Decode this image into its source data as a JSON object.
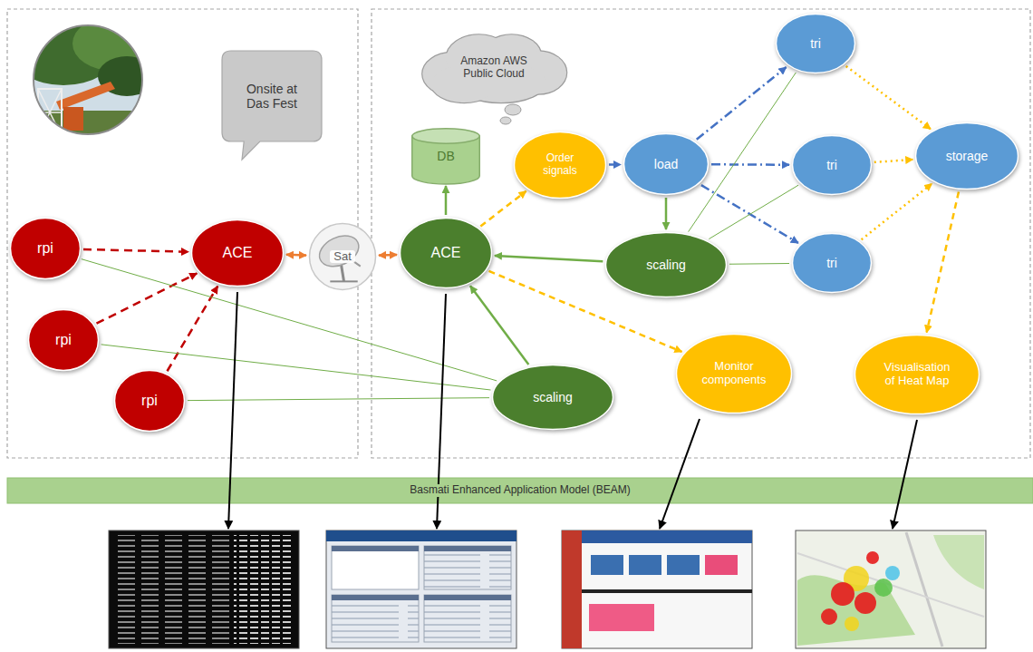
{
  "diagram": {
    "nodes": [
      {
        "text": [
          "Onsite at Das Fest"
        ]
      },
      {
        "text": [
          "Amazon AWS Public Cloud"
        ]
      },
      {
        "text": [
          "tri"
        ]
      },
      {
        "text": [
          "DB"
        ]
      },
      {
        "text": [
          "storage"
        ]
      },
      {
        "text": [
          "Order signals"
        ]
      },
      {
        "text": [
          "load"
        ]
      },
      {
        "text": [
          "tri"
        ]
      },
      {
        "text": [
          "rpi"
        ]
      },
      {
        "text": [
          "ACE"
        ]
      },
      {
        "text": [
          "Sat"
        ]
      },
      {
        "text": [
          "ACE"
        ]
      },
      {
        "text": [
          "scaling"
        ]
      },
      {
        "text": [
          "tri"
        ]
      },
      {
        "text": [
          "rpi"
        ]
      },
      {
        "text": [
          "Monitor components"
        ]
      },
      {
        "text": [
          "Visualisation of Heat Map"
        ]
      },
      {
        "text": [
          "scaling"
        ]
      },
      {
        "text": [
          "rpi"
        ]
      },
      {
        "text": [
          "Basmati Enhanced Application Model (BEAM)"
        ]
      }
    ],
    "edges": [
      {
        "from": 8,
        "to": 9,
        "arrow": "to"
      },
      {
        "from": 14,
        "to": 9,
        "arrow": "to"
      },
      {
        "from": 18,
        "to": 9,
        "arrow": "to"
      },
      {
        "from": 9,
        "to": 10,
        "arrow": "both"
      },
      {
        "from": 10,
        "to": 11,
        "arrow": "both"
      },
      {
        "from": 11,
        "to": 3,
        "arrow": "to"
      },
      {
        "from": 11,
        "to": 5,
        "arrow": "to"
      },
      {
        "from": 5,
        "to": 6,
        "arrow": "to"
      },
      {
        "from": 6,
        "to": 2,
        "arrow": "to"
      },
      {
        "from": 6,
        "to": 7,
        "arrow": "to"
      },
      {
        "from": 6,
        "to": 13,
        "arrow": "to"
      },
      {
        "from": 2,
        "to": 4,
        "arrow": "to"
      },
      {
        "from": 7,
        "to": 4,
        "arrow": "to"
      },
      {
        "from": 13,
        "to": 4,
        "arrow": "to"
      },
      {
        "from": 4,
        "to": 16,
        "arrow": "to"
      },
      {
        "from": 6,
        "to": 12,
        "arrow": "to"
      },
      {
        "from": 12,
        "to": 11,
        "arrow": "to"
      },
      {
        "from": 12,
        "to": 2,
        "arrow": "none"
      },
      {
        "from": 12,
        "to": 7,
        "arrow": "none"
      },
      {
        "from": 12,
        "to": 13,
        "arrow": "none"
      },
      {
        "from": 17,
        "to": 11,
        "arrow": "to"
      },
      {
        "from": 17,
        "to": 8,
        "arrow": "none"
      },
      {
        "from": 17,
        "to": 14,
        "arrow": "none"
      },
      {
        "from": 17,
        "to": 18,
        "arrow": "none"
      },
      {
        "from": 11,
        "to": 15,
        "arrow": "to"
      }
    ]
  }
}
